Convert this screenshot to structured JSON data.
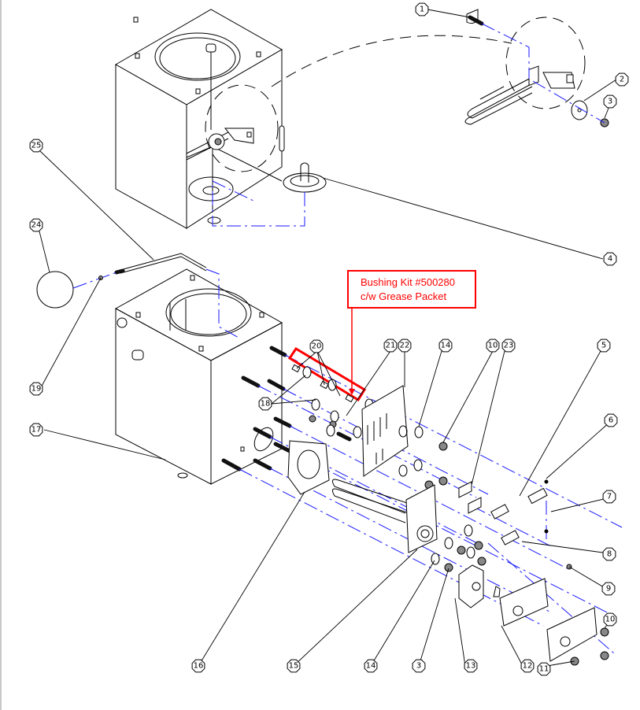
{
  "diagram": {
    "type": "exploded-parts-view",
    "callout": {
      "line1": "Bushing Kit #500280",
      "line2": "c/w Grease Packet",
      "color": "#ff0000"
    },
    "colors": {
      "center_line": "#1a1aff",
      "outline": "#000000",
      "highlight": "#ff0000"
    },
    "balloons": [
      {
        "id": "b1",
        "label": "1"
      },
      {
        "id": "b2",
        "label": "2"
      },
      {
        "id": "b3a",
        "label": "3"
      },
      {
        "id": "b4",
        "label": "4"
      },
      {
        "id": "b5",
        "label": "5"
      },
      {
        "id": "b6",
        "label": "6"
      },
      {
        "id": "b7",
        "label": "7"
      },
      {
        "id": "b8",
        "label": "8"
      },
      {
        "id": "b9",
        "label": "9"
      },
      {
        "id": "b10a",
        "label": "10"
      },
      {
        "id": "b10b",
        "label": "10"
      },
      {
        "id": "b11",
        "label": "11"
      },
      {
        "id": "b12",
        "label": "12"
      },
      {
        "id": "b13",
        "label": "13"
      },
      {
        "id": "b14a",
        "label": "14"
      },
      {
        "id": "b14b",
        "label": "14"
      },
      {
        "id": "b15",
        "label": "15"
      },
      {
        "id": "b16",
        "label": "16"
      },
      {
        "id": "b17",
        "label": "17"
      },
      {
        "id": "b18",
        "label": "18"
      },
      {
        "id": "b19",
        "label": "19"
      },
      {
        "id": "b20",
        "label": "20"
      },
      {
        "id": "b21",
        "label": "21"
      },
      {
        "id": "b22",
        "label": "22"
      },
      {
        "id": "b23",
        "label": "23"
      },
      {
        "id": "b24",
        "label": "24"
      },
      {
        "id": "b25",
        "label": "25"
      },
      {
        "id": "b3b",
        "label": "3"
      }
    ]
  }
}
